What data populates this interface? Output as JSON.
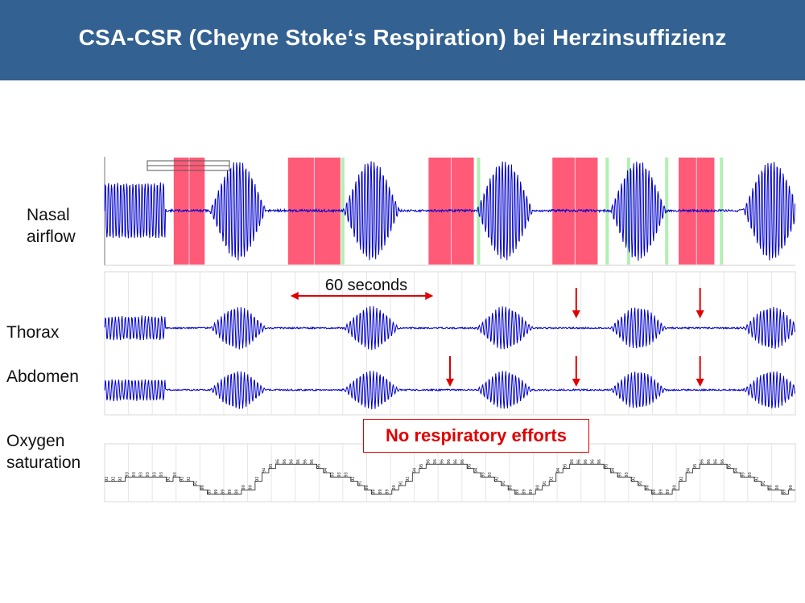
{
  "slide": {
    "title": "CSA-CSR (Cheyne Stoke‘s Respiration) bei Herzinsuffizienz"
  },
  "colors": {
    "header_bg": "#336191",
    "trace": "#0000cc",
    "apnea_band": "#ff5a78",
    "marker_band": "#b2efb2",
    "annotation": "#e00000"
  },
  "chart_data": {
    "type": "line",
    "title": "",
    "time_unit": "s",
    "time_range": [
      0,
      290
    ],
    "scale_bar": {
      "label": "60 seconds",
      "start": 78,
      "end": 138
    },
    "cycle_period_s": 56,
    "channels": [
      {
        "name": "Nasal airflow",
        "lines": [
          "Nasal",
          "airflow"
        ]
      },
      {
        "name": "Thorax",
        "lines": [
          "Thorax"
        ]
      },
      {
        "name": "Abdomen",
        "lines": [
          "Abdomen"
        ]
      },
      {
        "name": "Oxygen saturation",
        "lines": [
          "Oxygen",
          "saturation"
        ]
      }
    ],
    "apnea_intervals": [
      [
        29,
        42
      ],
      [
        77,
        99
      ],
      [
        136,
        155
      ],
      [
        188,
        207
      ],
      [
        241,
        256
      ]
    ],
    "green_markers": [
      100,
      157,
      211,
      220,
      236,
      259
    ],
    "no_effort_arrows": [
      {
        "channel": "Abdomen",
        "time": 145
      },
      {
        "channel": "Thorax",
        "time": 198
      },
      {
        "channel": "Abdomen",
        "time": 198
      },
      {
        "channel": "Thorax",
        "time": 250
      },
      {
        "channel": "Abdomen",
        "time": 250
      }
    ],
    "annotation": "No respiratory efforts",
    "spo2_values": [
      "92",
      "92",
      "92",
      "93",
      "93",
      "93",
      "93",
      "93",
      "93",
      "92",
      "93",
      "92",
      "92",
      "91",
      "90",
      "89",
      "89",
      "89",
      "89",
      "89",
      "90",
      "90",
      "92",
      "94",
      "95",
      "96",
      "96",
      "96",
      "96",
      "96",
      "96",
      "95",
      "94",
      "93",
      "93",
      "93",
      "92",
      "91",
      "90",
      "89",
      "89",
      "89",
      "90",
      "91",
      "92",
      "94",
      "95",
      "96",
      "96",
      "96",
      "96",
      "96",
      "96",
      "95",
      "94",
      "93",
      "93",
      "92",
      "91",
      "90",
      "89",
      "89",
      "89",
      "90",
      "91",
      "92",
      "94",
      "95",
      "96",
      "96",
      "96",
      "96",
      "96",
      "95",
      "94",
      "93",
      "93",
      "92",
      "91",
      "90",
      "89",
      "89",
      "89",
      "90",
      "92",
      "94",
      "95",
      "96",
      "96",
      "96",
      "96",
      "95",
      "94",
      "93",
      "93",
      "92",
      "91",
      "90",
      "90",
      "89",
      "90"
    ]
  }
}
